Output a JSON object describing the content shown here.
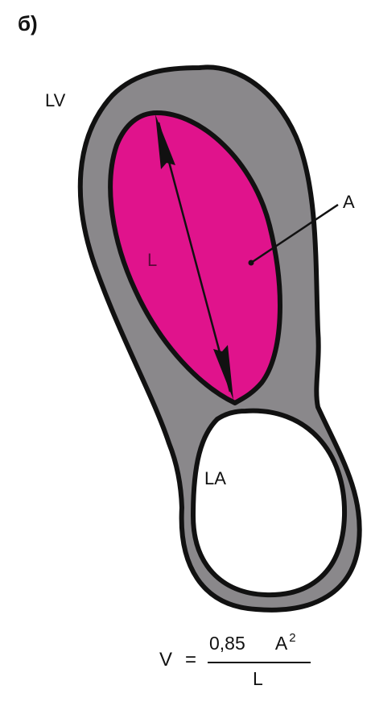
{
  "panel_label": "б)",
  "labels": {
    "lv": "LV",
    "la": "LA",
    "length": "L",
    "area": "A"
  },
  "formula": {
    "lhs": "V",
    "equals": "=",
    "coefficient": "0,85",
    "numerator_symbol": "A",
    "exponent": "2",
    "denominator": "L"
  },
  "colors": {
    "wall": "#8a888b",
    "cavity": "#e0138c",
    "outline": "#111111",
    "atrium": "#ffffff"
  }
}
